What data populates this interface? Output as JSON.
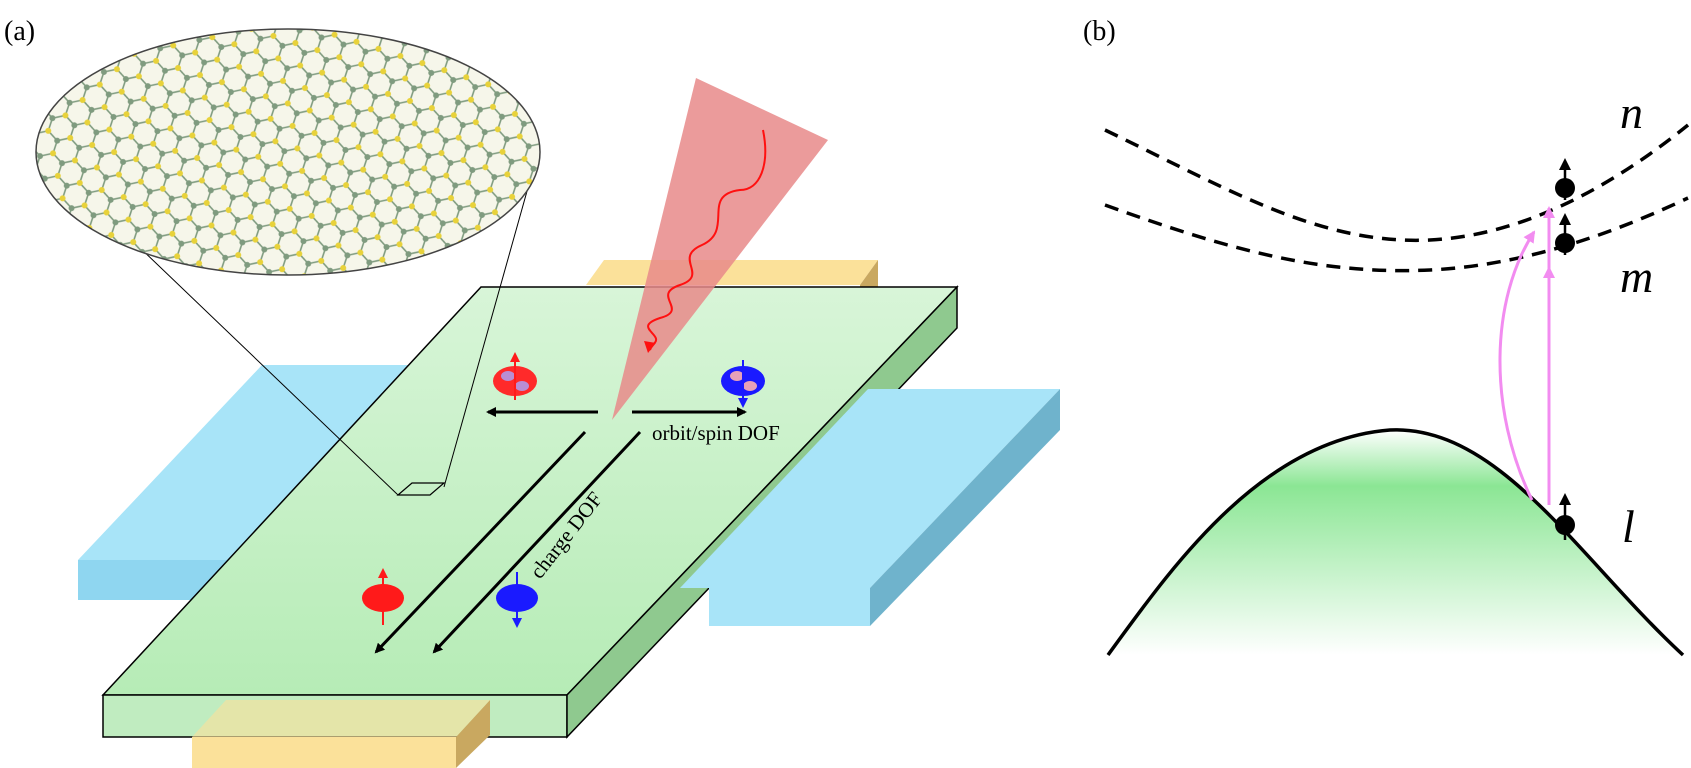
{
  "panel_a": {
    "label": "(a)",
    "text": {
      "orbit_spin": "orbit/spin DOF",
      "charge": "charge DOF"
    },
    "colors": {
      "film_top": "#c9f2c9",
      "film_side": "#9ad49a",
      "electrode_blue": "#a8e4f8",
      "electrode_blue_side": "#6fb3cc",
      "electrode_yellow": "#fbe19a",
      "electrode_yellow_side": "#c9a860",
      "beam": "#e57878",
      "spin_up": "#ff1a1a",
      "spin_down": "#1a1aff",
      "lattice_atom_a": "#8aa88a",
      "lattice_atom_b": "#e8d23a"
    },
    "icons": [
      "hexagonal-lattice-zoom",
      "laser-beam",
      "spin-up-orbital",
      "spin-down-orbital",
      "spin-up-electron",
      "spin-down-electron"
    ]
  },
  "panel_b": {
    "label": "(b)",
    "bands": {
      "n": "n",
      "m": "m",
      "l": "l"
    },
    "colors": {
      "valence_fill": "#7fe08a",
      "transition_arrow": "#f28cf0",
      "band_line": "#000000"
    }
  }
}
